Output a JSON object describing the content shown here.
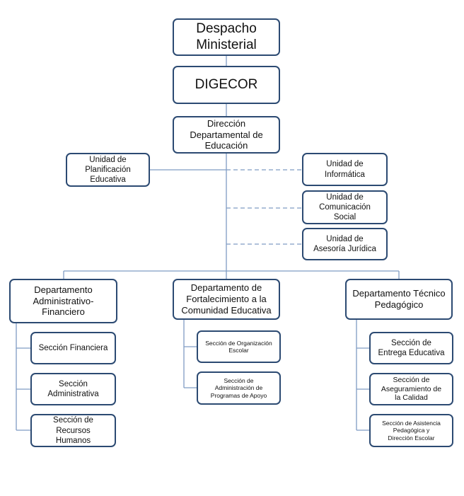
{
  "diagram": {
    "nodes": [
      {
        "id": "despacho",
        "label": "Despacho\nMinisterial"
      },
      {
        "id": "digecor",
        "label": "DIGECOR"
      },
      {
        "id": "direccion",
        "label": "Dirección\nDepartamental de\nEducación"
      },
      {
        "id": "planificacion",
        "label": "Unidad de\nPlanificación\nEducativa"
      },
      {
        "id": "informatica",
        "label": "Unidad de\nInformática"
      },
      {
        "id": "comunicacion",
        "label": "Unidad de\nComunicación\nSocial"
      },
      {
        "id": "asesoria",
        "label": "Unidad de\nAsesoría Jurídica"
      },
      {
        "id": "dep_admin",
        "label": "Departamento\nAdministrativo-\nFinanciero"
      },
      {
        "id": "dep_fortalecimiento",
        "label": "Departamento de\nFortalecimiento a la\nComunidad Educativa"
      },
      {
        "id": "dep_tecnico",
        "label": "Departamento Técnico\nPedagógico"
      },
      {
        "id": "sec_financiera",
        "label": "Sección Financiera"
      },
      {
        "id": "sec_administrativa",
        "label": "Sección\nAdministrativa"
      },
      {
        "id": "sec_rrhh",
        "label": "Sección de\nRecursos\nHumanos"
      },
      {
        "id": "sec_organizacion",
        "label": "Sección de Organización\nEscolar"
      },
      {
        "id": "sec_programas",
        "label": "Sección de\nAdministración de\nProgramas de Apoyo"
      },
      {
        "id": "sec_entrega",
        "label": "Sección de\nEntrega Educativa"
      },
      {
        "id": "sec_aseguramiento",
        "label": "Sección de\nAseguramiento de\nla Calidad"
      },
      {
        "id": "sec_asistencia",
        "label": "Sección de Asistencia\nPedagógica y\nDirección Escolar"
      }
    ],
    "edges": [
      {
        "from": "despacho",
        "to": "digecor",
        "style": "solid"
      },
      {
        "from": "digecor",
        "to": "direccion",
        "style": "solid"
      },
      {
        "from": "direccion",
        "to": "planificacion",
        "style": "solid"
      },
      {
        "from": "direccion",
        "to": "informatica",
        "style": "dashed"
      },
      {
        "from": "direccion",
        "to": "comunicacion",
        "style": "dashed"
      },
      {
        "from": "direccion",
        "to": "asesoria",
        "style": "dashed"
      },
      {
        "from": "direccion",
        "to": "dep_admin",
        "style": "solid"
      },
      {
        "from": "direccion",
        "to": "dep_fortalecimiento",
        "style": "solid"
      },
      {
        "from": "direccion",
        "to": "dep_tecnico",
        "style": "solid"
      },
      {
        "from": "dep_admin",
        "to": "sec_financiera",
        "style": "solid"
      },
      {
        "from": "dep_admin",
        "to": "sec_administrativa",
        "style": "solid"
      },
      {
        "from": "dep_admin",
        "to": "sec_rrhh",
        "style": "solid"
      },
      {
        "from": "dep_fortalecimiento",
        "to": "sec_organizacion",
        "style": "solid"
      },
      {
        "from": "dep_fortalecimiento",
        "to": "sec_programas",
        "style": "solid"
      },
      {
        "from": "dep_tecnico",
        "to": "sec_entrega",
        "style": "solid"
      },
      {
        "from": "dep_tecnico",
        "to": "sec_aseguramiento",
        "style": "solid"
      },
      {
        "from": "dep_tecnico",
        "to": "sec_asistencia",
        "style": "solid"
      }
    ]
  },
  "colors": {
    "box_border": "#2c4a72",
    "connector": "#7f9cc4"
  }
}
